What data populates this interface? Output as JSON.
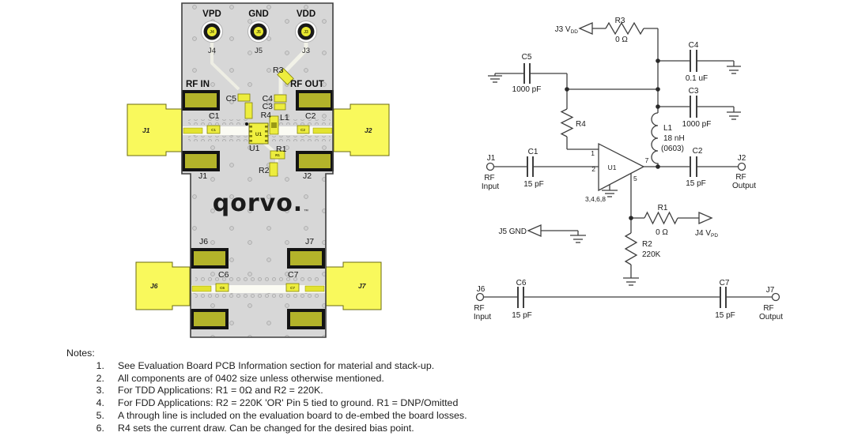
{
  "pcb": {
    "testpoints": [
      {
        "power_label": "VPD",
        "refdes": "J4"
      },
      {
        "power_label": "GND",
        "refdes": "J5"
      },
      {
        "power_label": "VDD",
        "refdes": "J3"
      }
    ],
    "port_labels": {
      "rf_in": "RF IN",
      "rf_out": "RF OUT"
    },
    "refdes": {
      "r3": "R3",
      "c5": "C5",
      "c4": "C4",
      "c3": "C3",
      "r4": "R4",
      "l1": "L1",
      "c1": "C1",
      "c2": "C2",
      "u1": "U1",
      "r1": "R1",
      "r2": "R2",
      "j1": "J1",
      "j2": "J2",
      "j6": "J6",
      "j7": "J7",
      "c6": "C6",
      "c7": "C7"
    },
    "connector_labels": {
      "j1": "J1",
      "j2": "J2",
      "j6": "J6",
      "j7": "J7"
    },
    "logo": "qorvo.",
    "logo_tm": "™"
  },
  "schematic": {
    "j3": {
      "label": "J3 V",
      "sub": "DD"
    },
    "r3": {
      "ref": "R3",
      "val": "0 Ω"
    },
    "c4": {
      "ref": "C4",
      "val": "0.1 uF"
    },
    "c3": {
      "ref": "C3",
      "val": "1000 pF"
    },
    "c5": {
      "ref": "C5",
      "val": "1000 pF"
    },
    "r4": {
      "ref": "R4"
    },
    "c1": {
      "ref": "C1",
      "val": "15 pF"
    },
    "c2": {
      "ref": "C2",
      "val": "15 pF"
    },
    "l1": {
      "ref": "L1",
      "val": "18 nH",
      "pkg": "(0603)"
    },
    "u1": {
      "ref": "U1",
      "pin1": "1",
      "pin2": "2",
      "pin5": "5",
      "pin7": "7",
      "gnd_pins": "3,4,6,8"
    },
    "j1": {
      "ref": "J1",
      "line1": "RF",
      "line2": "Input"
    },
    "j2": {
      "ref": "J2",
      "line1": "RF",
      "line2": "Output"
    },
    "j5": {
      "label": "J5 GND"
    },
    "r1": {
      "ref": "R1",
      "val": "0 Ω"
    },
    "j4": {
      "label": "J4 V",
      "sub": "PD"
    },
    "r2": {
      "ref": "R2",
      "val": "220K"
    },
    "c6": {
      "ref": "C6",
      "val": "15 pF"
    },
    "c7": {
      "ref": "C7",
      "val": "15 pF"
    },
    "j6": {
      "ref": "J6",
      "line1": "RF",
      "line2": "Input"
    },
    "j7": {
      "ref": "J7",
      "line1": "RF",
      "line2": "Output"
    }
  },
  "notes": {
    "title": "Notes:",
    "numbers": [
      "1.",
      "2.",
      "3.",
      "4.",
      "5.",
      "6."
    ],
    "items": [
      "See Evaluation Board PCB Information section for material and stack-up.",
      "All components are of 0402 size unless otherwise mentioned.",
      "For TDD Applications: R1 = 0Ω and R2 = 220K.",
      "For FDD Applications: R2 = 220K 'OR' Pin 5 tied to ground. R1 = DNP/Omitted",
      "A through line is included on the evaluation board to de-embed the board losses.",
      "R4 sets the current draw. Can be changed for the desired bias point."
    ]
  },
  "colors": {
    "board_gray": "#d7d7d7",
    "connector_yellow": "#f9f95c",
    "component_yellow": "#eded3e",
    "pad_olive": "#b3b32a",
    "schematic_line": "#3f3f3f"
  }
}
